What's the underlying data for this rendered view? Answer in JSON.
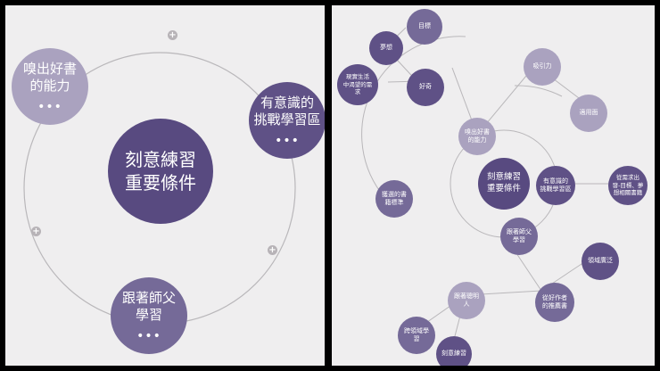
{
  "colors": {
    "background": "#efeeef",
    "center_node": "#584a80",
    "dark_node": "#5f5186",
    "medium_node": "#756a98",
    "light_node": "#aaa2bf",
    "line": "#b9b7ba",
    "plus_button": "#b7b3b7"
  },
  "left_map": {
    "center": {
      "label": "刻意練習\n重要條件"
    },
    "nodes": [
      {
        "label": "嗅出好書\n的能力",
        "more": "•••"
      },
      {
        "label": "有意識的\n挑戰學習區",
        "more": "•••"
      },
      {
        "label": "跟著師父\n學習",
        "more": "•••"
      }
    ],
    "plus_icon": "+"
  },
  "right_map": {
    "center": {
      "label": "刻意練習\n重要條件"
    },
    "nodes": [
      {
        "label": "目標"
      },
      {
        "label": "夢想"
      },
      {
        "label": "現實生活\n中渴望的需\n求"
      },
      {
        "label": "好奇"
      },
      {
        "label": "吸引力"
      },
      {
        "label": "適用面"
      },
      {
        "label": "嗅出好書\n的能力"
      },
      {
        "label": "獲選的書\n籍標準"
      },
      {
        "label": "有意識的\n挑戰學習區"
      },
      {
        "label": "從需求出\n發-目標、夢\n想相關書籍"
      },
      {
        "label": "跟著師父\n學習"
      },
      {
        "label": "領域廣泛"
      },
      {
        "label": "從好作者\n的推薦書"
      },
      {
        "label": "跟著聰明\n人"
      },
      {
        "label": "跨領域學\n習"
      },
      {
        "label": "刻意練習"
      }
    ]
  }
}
